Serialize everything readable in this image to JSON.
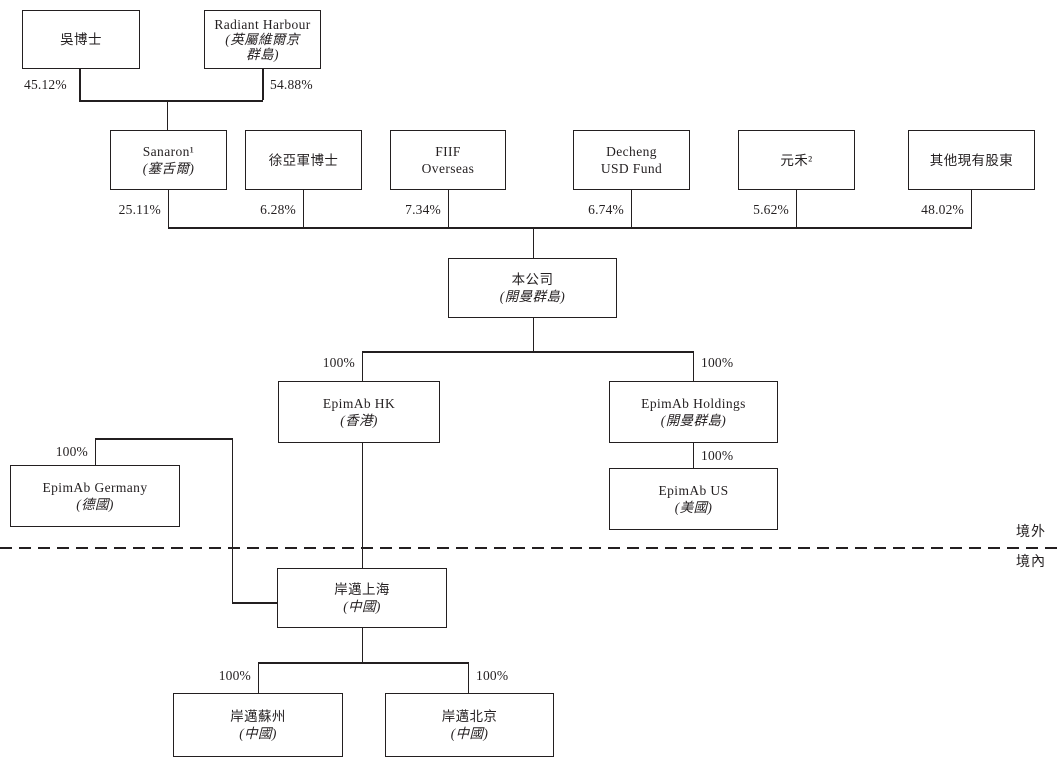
{
  "nodes": {
    "wu": {
      "lines": [
        "吳博士"
      ]
    },
    "radiant": {
      "lines": [
        "Radiant Harbour",
        "(英屬維爾京",
        "群島)"
      ]
    },
    "sanaron": {
      "lines": [
        "Sanaron¹",
        "(塞舌爾)"
      ]
    },
    "xu": {
      "lines": [
        "徐亞軍博士"
      ]
    },
    "fiif": {
      "lines": [
        "FIIF",
        "Overseas"
      ]
    },
    "decheng": {
      "lines": [
        "Decheng",
        "USD Fund"
      ]
    },
    "yuanhe": {
      "lines": [
        "元禾²"
      ]
    },
    "other_shareholders": {
      "lines": [
        "其他現有股東"
      ]
    },
    "company": {
      "lines": [
        "本公司",
        "(開曼群島)"
      ]
    },
    "epimab_hk": {
      "lines": [
        "EpimAb HK",
        "(香港)"
      ]
    },
    "epimab_holdings": {
      "lines": [
        "EpimAb Holdings",
        "(開曼群島)"
      ]
    },
    "epimab_us": {
      "lines": [
        "EpimAb US",
        "(美國)"
      ]
    },
    "epimab_germany": {
      "lines": [
        "EpimAb Germany",
        "(德國)"
      ]
    },
    "shanghai": {
      "lines": [
        "岸邁上海",
        "(中國)"
      ]
    },
    "suzhou": {
      "lines": [
        "岸邁蘇州",
        "(中國)"
      ]
    },
    "beijing": {
      "lines": [
        "岸邁北京",
        "(中國)"
      ]
    }
  },
  "percentages": {
    "wu": "45.12%",
    "radiant": "54.88%",
    "sanaron": "25.11%",
    "xu": "6.28%",
    "fiif": "7.34%",
    "decheng": "6.74%",
    "yuanhe": "5.62%",
    "other": "48.02%",
    "hk": "100%",
    "holdings": "100%",
    "us": "100%",
    "germany": "100%",
    "suzhou": "100%",
    "beijing": "100%"
  },
  "region_labels": {
    "offshore": "境外",
    "onshore": "境內"
  },
  "edges": [
    {
      "from": "wu",
      "to": "sanaron",
      "label": "45.12%"
    },
    {
      "from": "radiant",
      "to": "sanaron",
      "label": "54.88%"
    },
    {
      "from": "sanaron",
      "to": "company",
      "label": "25.11%"
    },
    {
      "from": "xu",
      "to": "company",
      "label": "6.28%"
    },
    {
      "from": "fiif",
      "to": "company",
      "label": "7.34%"
    },
    {
      "from": "decheng",
      "to": "company",
      "label": "6.74%"
    },
    {
      "from": "yuanhe",
      "to": "company",
      "label": "5.62%"
    },
    {
      "from": "other_shareholders",
      "to": "company",
      "label": "48.02%"
    },
    {
      "from": "company",
      "to": "epimab_hk",
      "label": "100%"
    },
    {
      "from": "company",
      "to": "epimab_holdings",
      "label": "100%"
    },
    {
      "from": "epimab_holdings",
      "to": "epimab_us",
      "label": "100%"
    },
    {
      "from": "epimab_hk",
      "to": "epimab_germany",
      "label": "100%"
    },
    {
      "from": "epimab_hk",
      "to": "shanghai",
      "label": "100%"
    },
    {
      "from": "shanghai",
      "to": "suzhou",
      "label": "100%"
    },
    {
      "from": "shanghai",
      "to": "beijing",
      "label": "100%"
    }
  ],
  "colors": {
    "line": "#231f20",
    "text": "#231f20",
    "background": "#ffffff"
  }
}
